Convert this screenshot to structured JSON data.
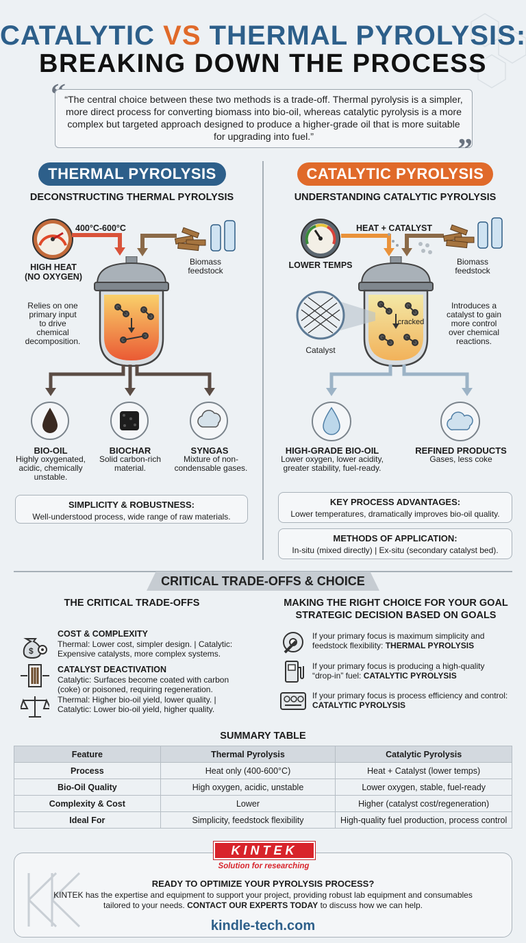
{
  "title": {
    "line1_a": "CATALYTIC ",
    "line1_vs": "VS",
    "line1_b": " THERMAL PYROLYSIS:",
    "line2": "BREAKING DOWN THE PROCESS"
  },
  "quote": {
    "text": "“The central choice between these two methods is a trade-off. Thermal pyrolysis is a simpler, more direct process for converting biomass into bio-oil, whereas catalytic pyrolysis is a more complex but targeted approach designed to produce a higher-grade oil that is more suitable for upgrading into fuel.”"
  },
  "thermal": {
    "pill": "THERMAL PYROLYSIS",
    "subtitle": "DECONSTRUCTING THERMAL PYROLYSIS",
    "temp": "400°C-600°C",
    "heat_label": "HIGH HEAT\n(NO OXYGEN)",
    "feed_label": "Biomass\nfeedstock",
    "side_note": "Relies on one\nprimary input\nto drive\nchemical\ndecomposition.",
    "products": [
      {
        "name": "BIO-OIL",
        "desc": "Highly oxygenated,\nacidic, chemically\nunstable."
      },
      {
        "name": "BIOCHAR",
        "desc": "Solid carbon-rich\nmaterial."
      },
      {
        "name": "SYNGAS",
        "desc": "Mixture of non-\ncondensable gases."
      }
    ],
    "box": {
      "title": "SIMPLICITY & ROBUSTNESS:",
      "desc": "Well-understood process, wide range of raw materials."
    }
  },
  "catalytic": {
    "pill": "CATALYTIC PYROLYSIS",
    "subtitle": "UNDERSTANDING CATALYTIC PYROLYSIS",
    "heat_catalyst": "HEAT + CATALYST",
    "lower_temps": "LOWER TEMPS",
    "feed_label": "Biomass\nfeedstock",
    "catalyst_label": "Catalyst",
    "cracked": "cracked",
    "side_note": "Introduces a\ncatalyst to gain\nmore control\nover chemical\nreactions.",
    "products": [
      {
        "name": "HIGH-GRADE BIO-OIL",
        "desc": "Lower oxygen, lower acidity,\ngreater stability, fuel-ready."
      },
      {
        "name": "REFINED PRODUCTS",
        "desc": "Gases, less coke"
      }
    ],
    "box1": {
      "title": "KEY PROCESS ADVANTAGES:",
      "desc": "Lower temperatures, dramatically improves bio-oil quality."
    },
    "box2": {
      "title": "METHODS OF APPLICATION:",
      "desc": "In-situ (mixed directly) | Ex-situ (secondary catalyst bed)."
    }
  },
  "tradeoffs": {
    "banner": "CRITICAL TRADE-OFFS & CHOICE",
    "left_heading": "THE CRITICAL TRADE-OFFS",
    "items": [
      {
        "title": "COST & COMPLEXITY",
        "desc": "Thermal: Lower cost, simpler design. | Catalytic:\nExpensive catalysts, more complex systems."
      },
      {
        "title": "CATALYST DEACTIVATION",
        "desc": "Catalytic: Surfaces become coated with carbon\n(coke) or poisoned, requiring regeneration."
      },
      {
        "title": "",
        "desc": "Thermal: Higher bio-oil yield, lower quality. |\nCatalytic: Lower bio-oil yield, higher quality."
      }
    ],
    "right_heading": "MAKING THE RIGHT CHOICE FOR YOUR GOAL",
    "right_sub": "STRATEGIC DECISION BASED ON GOALS",
    "choices": [
      {
        "text": "If your primary focus is maximum simplicity and\nfeedstock flexibility: ",
        "answer": "THERMAL PYROLYSIS"
      },
      {
        "text": "If your primary focus is producing a high-quality\n“drop-in” fuel: ",
        "answer": "CATALYTIC PYROLYSIS"
      },
      {
        "text": "If your primary focus is process efficiency and control:\n",
        "answer": "CATALYTIC PYROLYSIS"
      }
    ]
  },
  "summary": {
    "title": "SUMMARY TABLE",
    "headers": [
      "Feature",
      "Thermal Pyrolysis",
      "Catalytic Pyrolysis"
    ],
    "rows": [
      [
        "Process",
        "Heat only (400-600°C)",
        "Heat + Catalyst (lower temps)"
      ],
      [
        "Bio-Oil Quality",
        "High oxygen, acidic, unstable",
        "Lower oxygen, stable, fuel-ready"
      ],
      [
        "Complexity & Cost",
        "Lower",
        "Higher (catalyst cost/regeneration)"
      ],
      [
        "Ideal For",
        "Simplicity, feedstock flexibility",
        "High-quality fuel production, process control"
      ]
    ]
  },
  "cta": {
    "logo": "KINTEK",
    "tagline": "Solution for researching",
    "heading": "READY TO OPTIMIZE YOUR PYROLYSIS PROCESS?",
    "body1": "KINTEK has the expertise and equipment to support your project, providing robust lab equipment and consumables",
    "body2a": "tailored to your needs. ",
    "body2b": "CONTACT OUR EXPERTS TODAY",
    "body2c": " to discuss how we can help.",
    "url": "kindle-tech.com"
  },
  "colors": {
    "blue": "#2d5f8a",
    "orange": "#e06a2a",
    "kintek_red": "#d8242b"
  }
}
